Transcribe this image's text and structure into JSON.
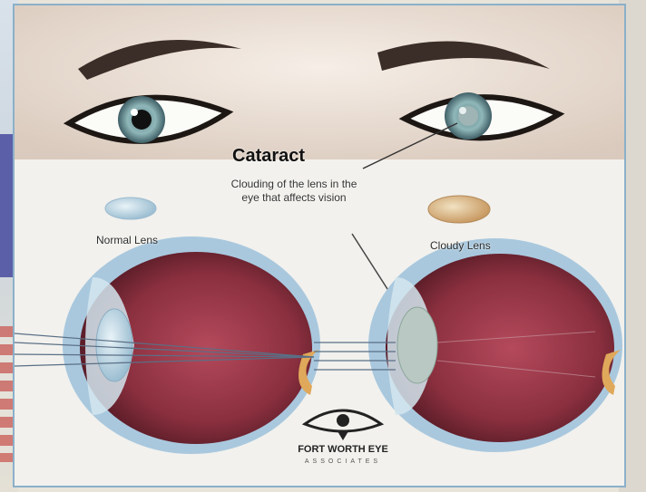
{
  "labels": {
    "cataract_title": "Cataract",
    "cataract_description": "Clouding of the lens in the eye that affects vision",
    "normal_lens": "Normal Lens",
    "cloudy_lens": "Cloudy Lens"
  },
  "logo": {
    "name": "FORT WORTH EYE",
    "subtitle": "ASSOCIATES"
  },
  "colors": {
    "panel_border": "#8bb0c9",
    "eyeball_outer": "#a9c8de",
    "eyeball_inner": "#8a2f3e",
    "normal_lens": "#bcd6e4",
    "cloudy_lens": "#d9b98a",
    "optic_nerve": "#e0a85a"
  }
}
